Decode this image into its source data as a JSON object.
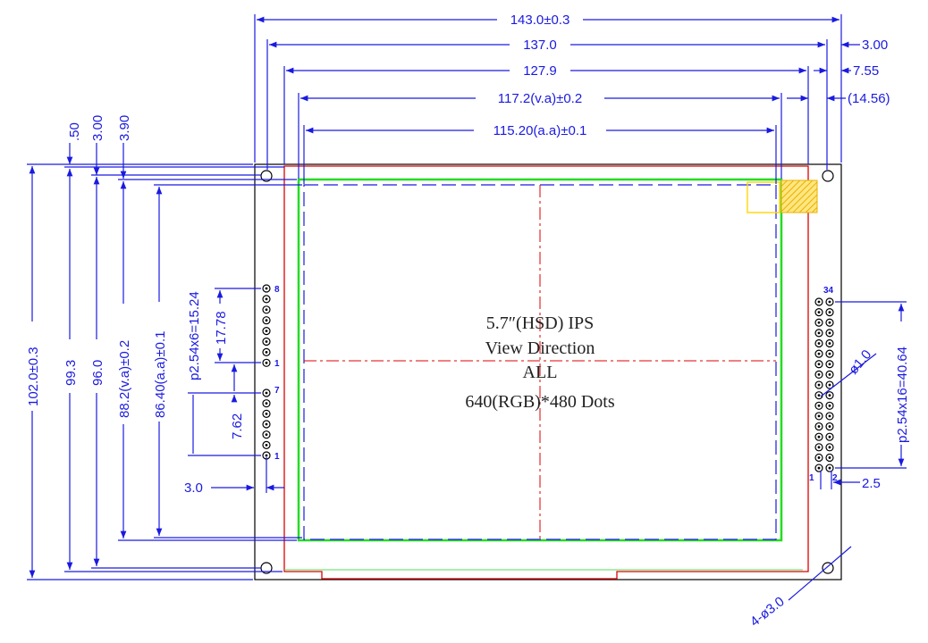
{
  "colors": {
    "dimension": "#1a1ae0",
    "outline": "#000000",
    "panel_edge": "#dd0000",
    "active_area": "#22dd22",
    "marker": "#ffd700"
  },
  "dims": {
    "top": {
      "overall": "143.0±0.3",
      "bezel": "137.0",
      "panel": "127.9",
      "view": "117.2(v.a)±0.2",
      "active": "115.20(a.a)±0.1"
    },
    "right_side": {
      "r1": "3.00",
      "r2": "7.55",
      "r3": "(14.56)",
      "pitch34": "p2.54x16=40.64",
      "pin_pitch": "2.5",
      "hole_dia": "ø1.0"
    },
    "left_side": {
      "v1": ".50",
      "v2": "3.00",
      "v3": "3.90",
      "overall": "102.0±0.3",
      "h1": "99.3",
      "h2": "96.0",
      "view": "88.2(v.a)±0.2",
      "active": "86.40(a.a)±0.1",
      "pitch8": "p2.54x6=15.24",
      "d1778": "17.78",
      "d762": "7.62",
      "d30": "3.0"
    },
    "mount_holes": "4-ø3.0"
  },
  "pins": {
    "top8": "8",
    "bot8": "1",
    "top7": "7",
    "bot7": "1",
    "top34": "34",
    "bot_a": "1",
    "bot_b": "2"
  },
  "center_text": {
    "line1": "5.7″(HSD) IPS",
    "line2": "View Direction",
    "line3": "ALL",
    "line4": "640(RGB)*480 Dots"
  }
}
